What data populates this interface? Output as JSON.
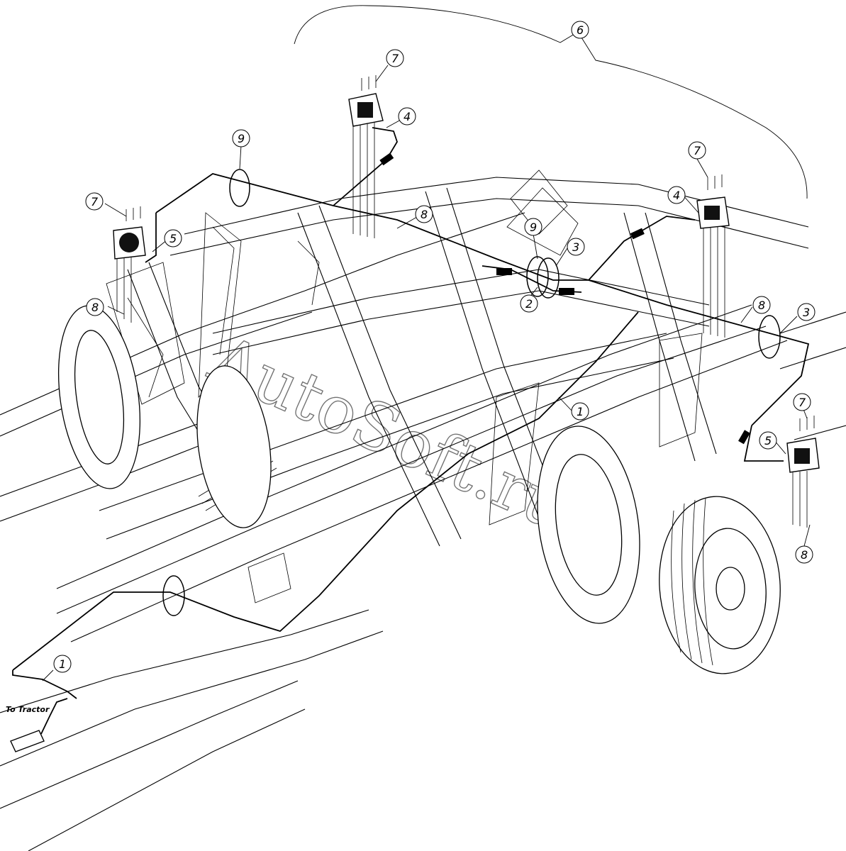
{
  "watermark": "AutoSoft.ru",
  "connector_label": "To Tractor",
  "callouts": [
    "1",
    "2",
    "3",
    "4",
    "5",
    "6",
    "7",
    "8",
    "9"
  ]
}
